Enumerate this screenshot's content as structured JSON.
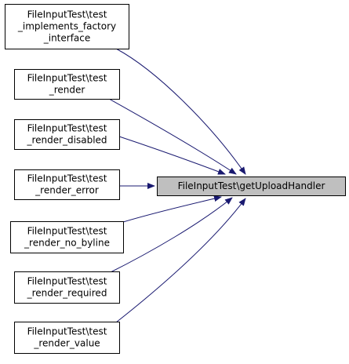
{
  "colors": {
    "edge": "#191970",
    "node_fill": "#ffffff",
    "node_border": "#000000",
    "target_fill": "#bfbfbf",
    "background": "#ffffff"
  },
  "target": {
    "lines": [
      "FileInputTest\\getUploadHandler"
    ]
  },
  "callers": [
    {
      "id": "test-implements-factory-interface",
      "lines": [
        "FileInputTest\\test",
        "_implements_factory",
        "_interface"
      ]
    },
    {
      "id": "test-render",
      "lines": [
        "FileInputTest\\test",
        "_render"
      ]
    },
    {
      "id": "test-render-disabled",
      "lines": [
        "FileInputTest\\test",
        "_render_disabled"
      ]
    },
    {
      "id": "test-render-error",
      "lines": [
        "FileInputTest\\test",
        "_render_error"
      ]
    },
    {
      "id": "test-render-no-byline",
      "lines": [
        "FileInputTest\\test",
        "_render_no_byline"
      ]
    },
    {
      "id": "test-render-required",
      "lines": [
        "FileInputTest\\test",
        "_render_required"
      ]
    },
    {
      "id": "test-render-value",
      "lines": [
        "FileInputTest\\test",
        "_render_value"
      ]
    }
  ]
}
